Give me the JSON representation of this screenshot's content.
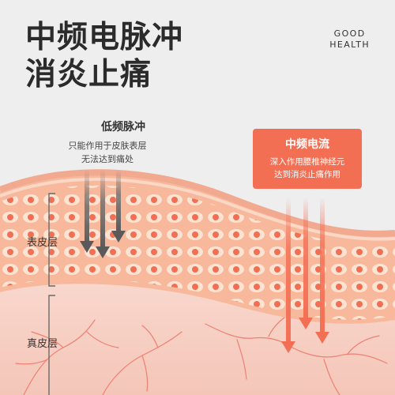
{
  "header": {
    "title_line1": "中频电脉冲",
    "title_line2": "消炎止痛",
    "brand_line1": "GOOD",
    "brand_line2": "HEALTH"
  },
  "low_frequency": {
    "title": "低频脉冲",
    "desc_line1": "只能作用于皮肤表层",
    "desc_line2": "无法达到痛处"
  },
  "mid_frequency": {
    "title": "中频电流",
    "desc_line1": "深入作用腰椎神经元",
    "desc_line2": "达到消炎止痛作用"
  },
  "layers": {
    "epidermis": "表皮层",
    "dermis": "真皮层"
  },
  "colors": {
    "background": "#eeeeee",
    "accent": "#f36f54",
    "skin_cell": "#f7c7a8",
    "dermis": "#f6cfc3",
    "arrow_dark": "#6e6e6e"
  }
}
